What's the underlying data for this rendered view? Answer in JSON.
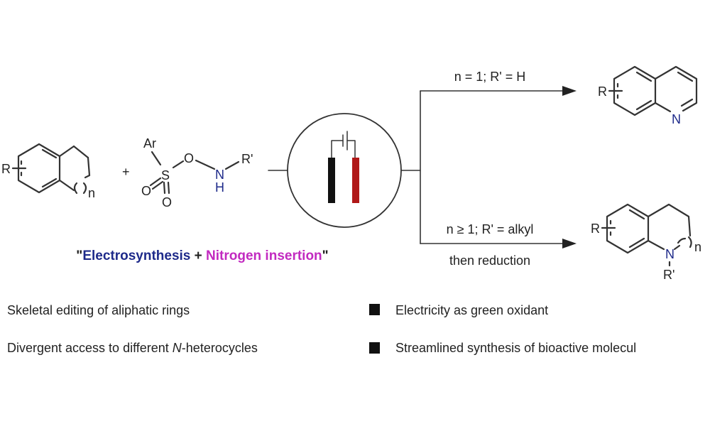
{
  "reactants": {
    "substrate": {
      "substituent": "R",
      "ring_index": "n"
    },
    "plus": "+",
    "reagent": {
      "aryl": "Ar",
      "sulfur": "S",
      "oxygen_1": "O",
      "oxygen_2": "O",
      "oxygen_3": "O",
      "nitrogen": "N",
      "hydrogen": "H",
      "substituent": "R'"
    }
  },
  "electrolysis": {
    "anode_color": "#b01818",
    "cathode_color": "#111111"
  },
  "branches": [
    {
      "condition": "n = 1; R' = H",
      "condition_below": "",
      "product": {
        "substituent": "R",
        "nitrogen": "N",
        "name_hidden": ""
      }
    },
    {
      "condition": "n ≥ 1; R' = alkyl",
      "condition_below": "then reduction",
      "product": {
        "substituent": "R",
        "nitrogen": "N",
        "n_substituent": "R'",
        "ring_index": "n"
      }
    }
  ],
  "tagline": {
    "open_quote": "\"",
    "part1": "Electrosynthesis",
    "plus": " + ",
    "part2": "Nitrogen insertion",
    "close_quote": "\"",
    "color1": "#1e2a8a",
    "color2": "#c22ac0"
  },
  "features": [
    {
      "text": "Skeletal editing of aliphatic rings"
    },
    {
      "text_pre": "Divergent access to different ",
      "text_italic": "N",
      "text_post": "-heterocycles"
    },
    {
      "text": "Electricity as green oxidant"
    },
    {
      "text": "Streamlined synthesis of bioactive molecul"
    }
  ]
}
